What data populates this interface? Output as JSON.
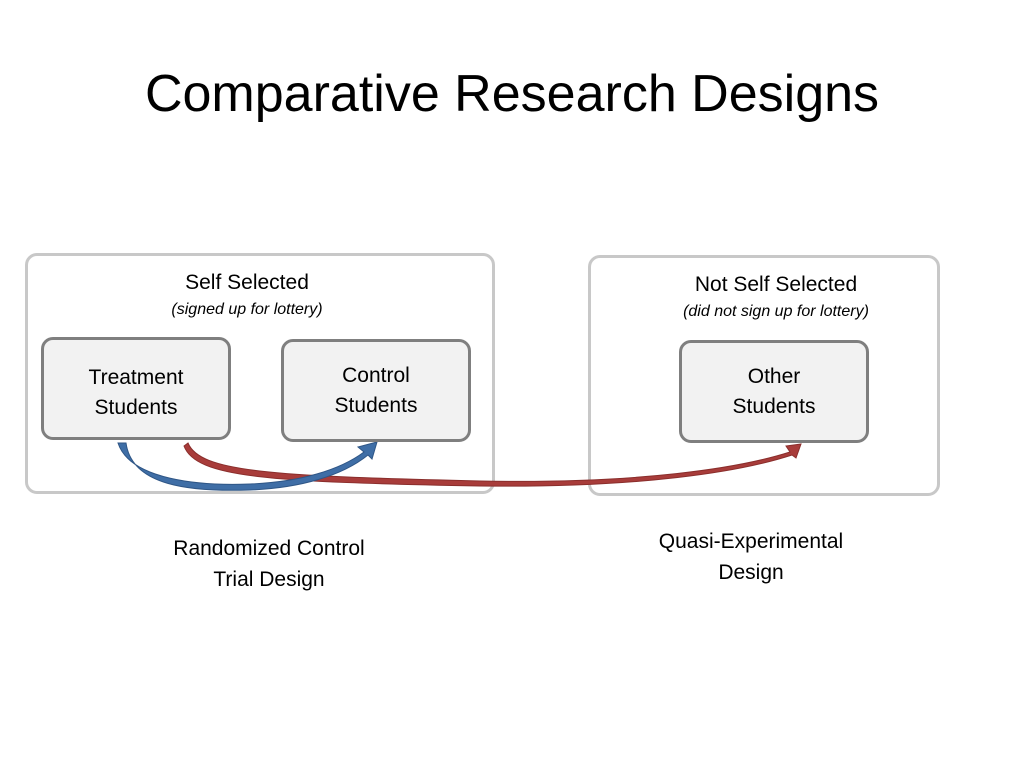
{
  "slide": {
    "title": "Comparative Research Designs"
  },
  "groups": {
    "self_selected": {
      "heading": "Self Selected",
      "subheading": "(signed up for lottery)"
    },
    "not_self_selected": {
      "heading": "Not Self Selected",
      "subheading": "(did not sign up for lottery)"
    }
  },
  "students": {
    "treatment": {
      "line1": "Treatment",
      "line2": "Students"
    },
    "control": {
      "line1": "Control",
      "line2": "Students"
    },
    "other": {
      "line1": "Other",
      "line2": "Students"
    }
  },
  "captions": {
    "rct": {
      "line1": "Randomized Control",
      "line2": "Trial Design"
    },
    "quasi": {
      "line1": "Quasi-Experimental",
      "line2": "Design"
    }
  },
  "colors": {
    "rct_arrow": "#3f6ea6",
    "quasi_arrow": "#a83c3a",
    "group_border": "#c8c8c8",
    "student_border": "#7f7f7f",
    "student_fill": "#f2f2f2"
  }
}
